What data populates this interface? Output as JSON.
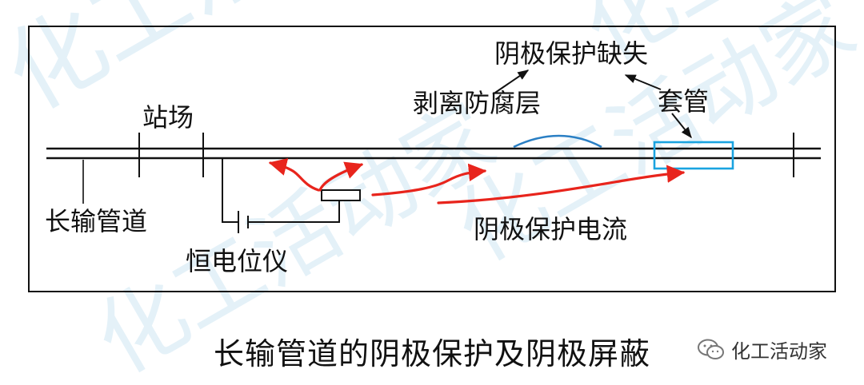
{
  "watermark": "化工活动家",
  "labels": {
    "station": "站场",
    "pipeline": "长输管道",
    "rectifier": "恒电位仪",
    "disbonded_coating": "剥离防腐层",
    "cp_missing": "阴极保护缺失",
    "casing": "套管",
    "cp_current": "阴极保护电流"
  },
  "caption": "长输管道的阴极保护及阴极屏蔽",
  "account": {
    "name": "化工活动家",
    "icon": "wechat-icon"
  },
  "colors": {
    "line": "#111111",
    "current_arrow": "#e8241c",
    "coating": "#2a7fc4",
    "casing": "#1aa3e0",
    "watermark": "#cfe6f3"
  }
}
